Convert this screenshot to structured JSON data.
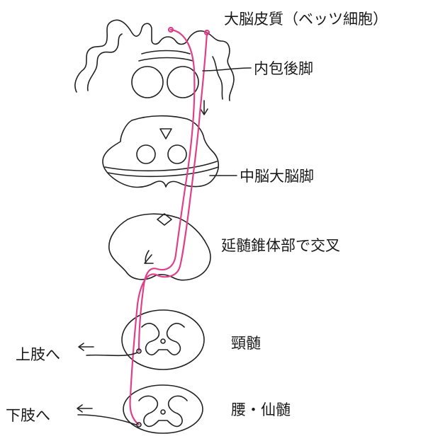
{
  "labels": {
    "cortex": "大脳皮質（ベッツ細胞）",
    "internal_capsule": "内包後脚",
    "midbrain": "中脳大脳脚",
    "medulla": "延髄錐体部で交叉",
    "cervical": "頸髄",
    "lumbosacral": "腰・仙髄",
    "upper_limb": "上肢へ",
    "lower_limb": "下肢へ"
  },
  "colors": {
    "tract": "#e0408a",
    "outline": "#222222"
  }
}
